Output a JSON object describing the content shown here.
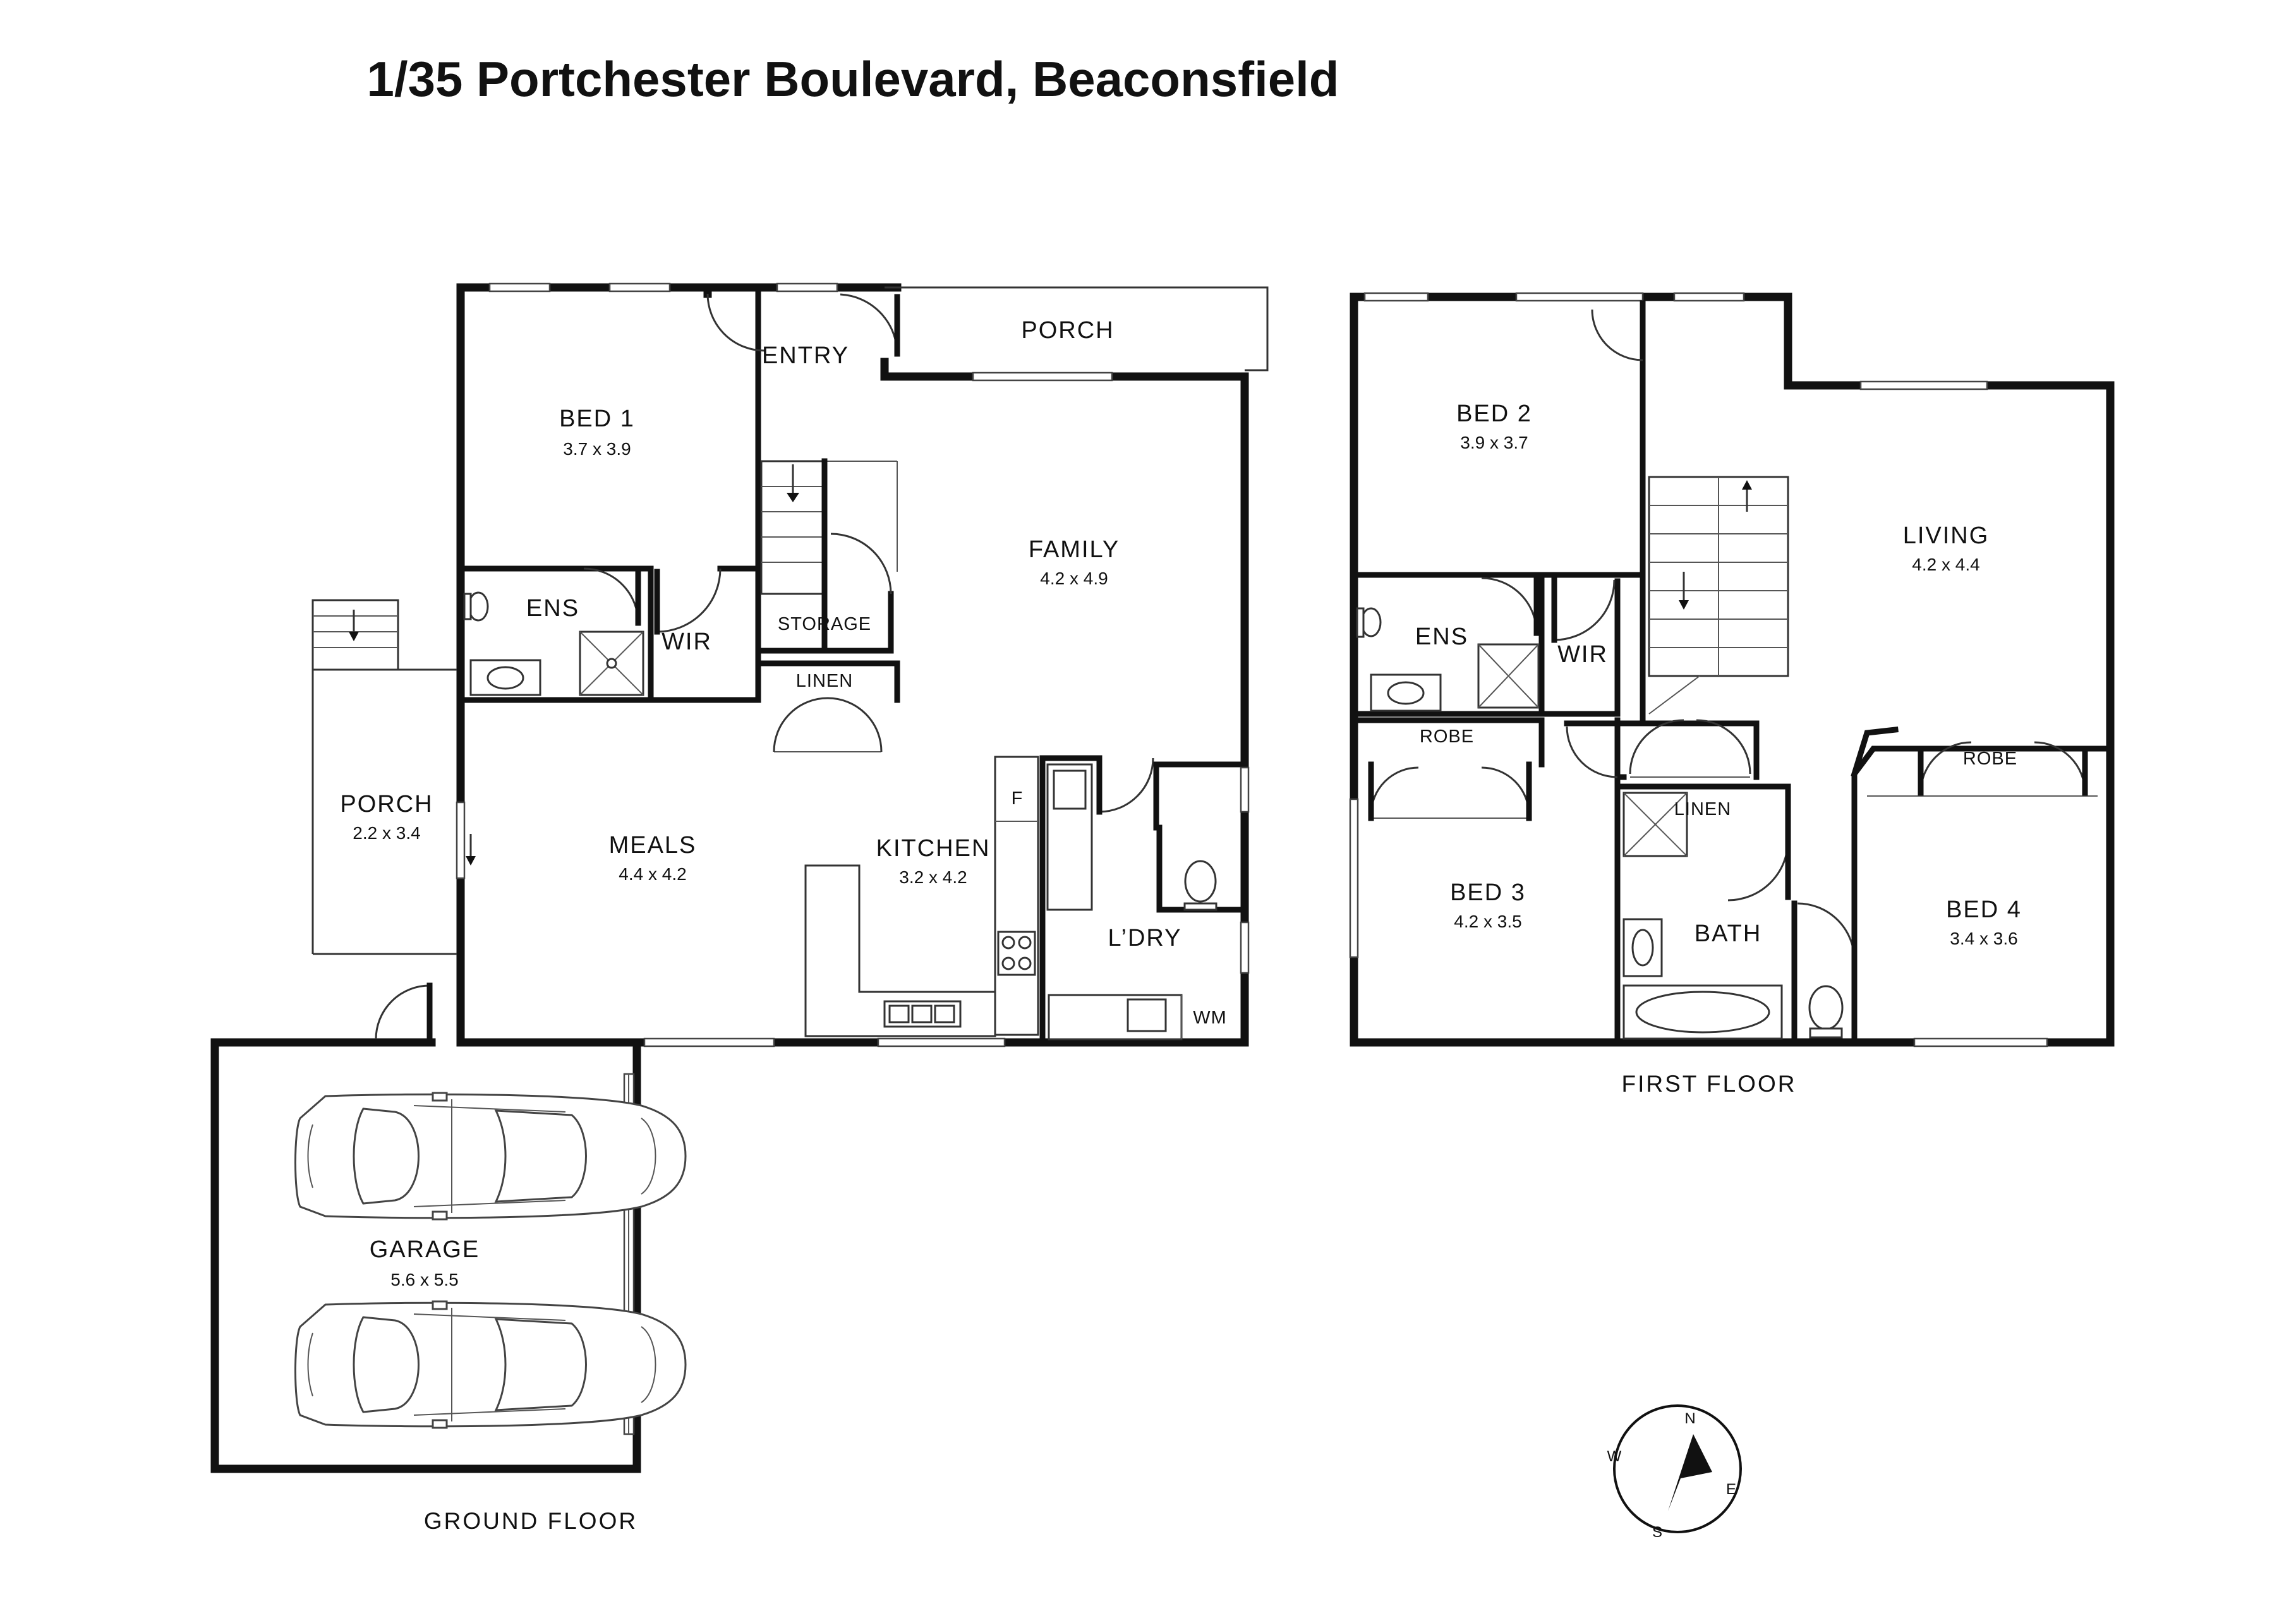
{
  "title": "1/35 Portchester Boulevard, Beaconsfield",
  "floors": {
    "ground": {
      "label": "GROUND FLOOR",
      "rooms": [
        {
          "id": "bed1",
          "name": "BED 1",
          "dim": "3.7 x 3.9"
        },
        {
          "id": "entry",
          "name": "ENTRY"
        },
        {
          "id": "porch_front",
          "name": "PORCH"
        },
        {
          "id": "family",
          "name": "FAMILY",
          "dim": "4.2 x 4.9"
        },
        {
          "id": "ens",
          "name": "ENS"
        },
        {
          "id": "wir",
          "name": "WIR"
        },
        {
          "id": "storage",
          "name": "STORAGE"
        },
        {
          "id": "linen",
          "name": "LINEN"
        },
        {
          "id": "porch_side",
          "name": "PORCH",
          "dim": "2.2 x 3.4"
        },
        {
          "id": "meals",
          "name": "MEALS",
          "dim": "4.4 x 4.2"
        },
        {
          "id": "kitchen",
          "name": "KITCHEN",
          "dim": "3.2 x 4.2"
        },
        {
          "id": "laundry",
          "name": "L’DRY"
        },
        {
          "id": "garage",
          "name": "GARAGE",
          "dim": "5.6 x 5.5"
        }
      ],
      "fixtures": {
        "fridge": "F",
        "washing_machine": "WM"
      }
    },
    "first": {
      "label": "FIRST FLOOR",
      "rooms": [
        {
          "id": "bed2",
          "name": "BED 2",
          "dim": "3.9 x 3.7"
        },
        {
          "id": "living",
          "name": "LIVING",
          "dim": "4.2 x 4.4"
        },
        {
          "id": "ens",
          "name": "ENS"
        },
        {
          "id": "wir",
          "name": "WIR"
        },
        {
          "id": "robe3",
          "name": "ROBE"
        },
        {
          "id": "linen",
          "name": "LINEN"
        },
        {
          "id": "robe4",
          "name": "ROBE"
        },
        {
          "id": "bed3",
          "name": "BED 3",
          "dim": "4.2 x 3.5"
        },
        {
          "id": "bath",
          "name": "BATH"
        },
        {
          "id": "bed4",
          "name": "BED 4",
          "dim": "3.4 x 3.6"
        }
      ]
    }
  },
  "compass": {
    "n": "N",
    "e": "E",
    "s": "S",
    "w": "W"
  }
}
